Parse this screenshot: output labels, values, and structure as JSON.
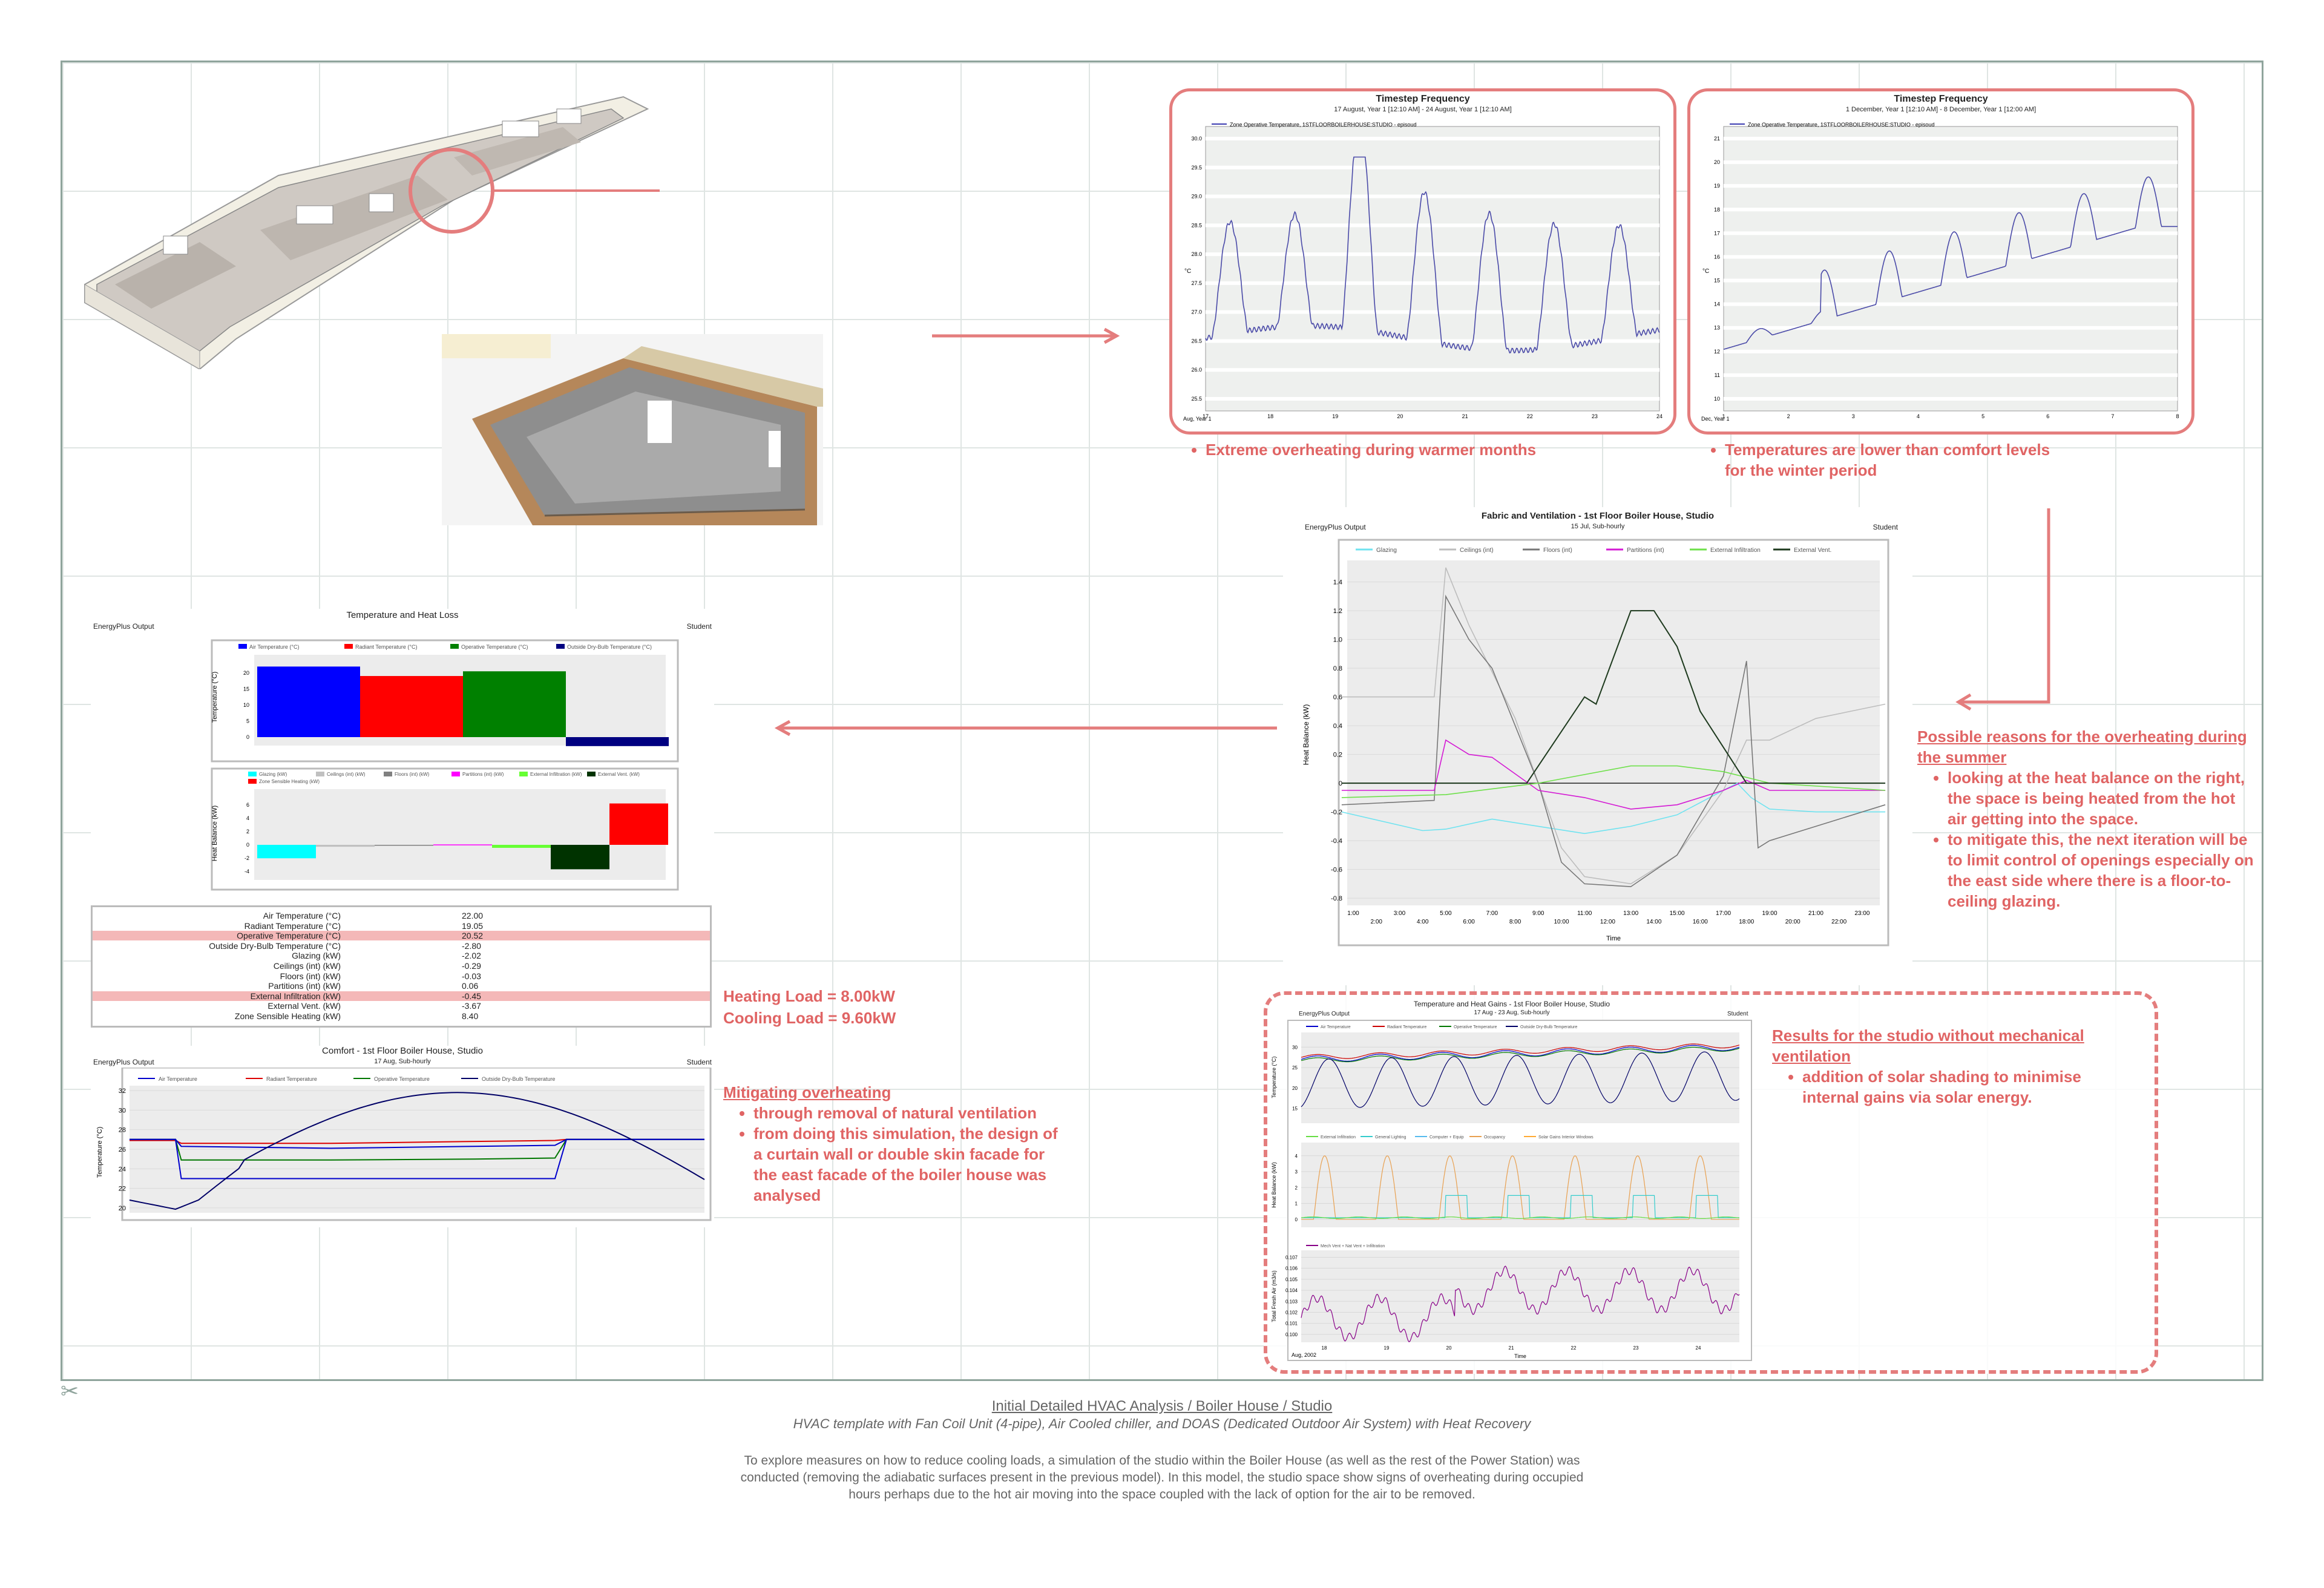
{
  "colors": {
    "accent": "#e47d7d",
    "text_red": "#e06464",
    "grid": "#dfe5e3",
    "frame": "#8fa49c"
  },
  "ts_summer": {
    "title": "Timestep Frequency",
    "subtitle": "17 August, Year 1 [12:10 AM] - 24 August, Year 1 [12:10 AM]",
    "legend": "Zone Operative Temperature, 1STFLOORBOILERHOUSE:STUDIO - episoud",
    "ylabel": "°C",
    "xstart": "Aug, Year 1",
    "xticks": [
      "17",
      "18",
      "19",
      "20",
      "21",
      "22",
      "23",
      "24"
    ],
    "yticks": [
      "25.5",
      "26.0",
      "26.5",
      "27.0",
      "27.5",
      "28.0",
      "28.5",
      "29.0",
      "29.5",
      "30.0"
    ]
  },
  "ts_winter": {
    "title": "Timestep Frequency",
    "subtitle": "1 December, Year 1 [12:10 AM] - 8 December, Year 1 [12:00 AM]",
    "legend": "Zone Operative Temperature, 1STFLOORBOILERHOUSE:STUDIO - episoud",
    "ylabel": "°C",
    "xstart": "Dec, Year 1",
    "xticks": [
      "1",
      "2",
      "3",
      "4",
      "5",
      "6",
      "7",
      "8"
    ],
    "yticks": [
      "10",
      "11",
      "12",
      "13",
      "14",
      "15",
      "16",
      "17",
      "18",
      "19",
      "20",
      "21"
    ]
  },
  "notes": {
    "summer": "Extreme overheating during warmer months",
    "winter": "Temperatures are lower than comfort levels for the winter period",
    "reasons_title": "Possible reasons for the overheating during the summer",
    "reasons": [
      "looking at the heat balance on the right, the space is being heated from the hot air getting into the space.",
      "to mitigate this, the next iteration will be to limit control of openings especially on the east side where there is a floor-to-ceiling glazing."
    ],
    "mitigating_title": "Mitigating overheating",
    "mitigating": [
      "through removal of natural ventilation",
      "from doing this simulation, the design of a curtain wall or double skin facade for the east facade of the boiler house was analysed"
    ],
    "results_title": "Results for the studio without mechanical ventilation",
    "results": [
      "addition of solar shading to minimise internal gains via solar energy."
    ],
    "heating_load": "Heating Load = 8.00kW",
    "cooling_load": "Cooling Load = 9.60kW"
  },
  "fabric": {
    "title": "Fabric and Ventilation - 1st Floor Boiler House, Studio",
    "subtitle": "15 Jul, Sub-hourly",
    "left": "EnergyPlus Output",
    "right": "Student",
    "ylabel": "Heat Balance (kW)",
    "xlabel": "Time",
    "legend": [
      "Glazing",
      "Ceilings (int)",
      "Floors (int)",
      "Partitions (int)",
      "External Infiltration",
      "External Vent."
    ],
    "yticks": [
      "-0.8",
      "-0.6",
      "-0.4",
      "-0.2",
      "0",
      "0.2",
      "0.4",
      "0.6",
      "0.8",
      "1.0",
      "1.2",
      "1.4"
    ],
    "xticks_top": [
      "1:00",
      "3:00",
      "5:00",
      "7:00",
      "9:00",
      "11:00",
      "13:00",
      "15:00",
      "17:00",
      "19:00",
      "21:00",
      "23:00"
    ],
    "xticks_bottom": [
      "2:00",
      "4:00",
      "6:00",
      "8:00",
      "10:00",
      "12:00",
      "14:00",
      "16:00",
      "18:00",
      "20:00",
      "22:00"
    ]
  },
  "heatloss": {
    "title": "Temperature and Heat Loss",
    "left": "EnergyPlus Output",
    "right": "Student",
    "top_legend": [
      "Air Temperature (°C)",
      "Radiant Temperature (°C)",
      "Operative Temperature (°C)",
      "Outside Dry-Bulb Temperature (°C)"
    ],
    "top_ylabel": "Temperature (°C)",
    "top_yticks": [
      "0",
      "5",
      "10",
      "15",
      "20"
    ],
    "bottom_legend": [
      "Glazing (kW)",
      "Ceilings (int) (kW)",
      "Floors (int) (kW)",
      "Partitions (int) (kW)",
      "External Infiltration (kW)",
      "External Vent. (kW)",
      "Zone Sensible Heating (kW)"
    ],
    "bottom_ylabel": "Heat Balance (kW)",
    "bottom_yticks": [
      "-4",
      "-2",
      "0",
      "2",
      "4",
      "6"
    ]
  },
  "table": [
    {
      "label": "Air Temperature (°C)",
      "value": "22.00",
      "hl": false
    },
    {
      "label": "Radiant Temperature (°C)",
      "value": "19.05",
      "hl": false
    },
    {
      "label": "Operative Temperature (°C)",
      "value": "20.52",
      "hl": true
    },
    {
      "label": "Outside Dry-Bulb Temperature (°C)",
      "value": "-2.80",
      "hl": false
    },
    {
      "label": "Glazing (kW)",
      "value": "-2.02",
      "hl": false
    },
    {
      "label": "Ceilings (int) (kW)",
      "value": "-0.29",
      "hl": false
    },
    {
      "label": "Floors (int) (kW)",
      "value": "-0.03",
      "hl": false
    },
    {
      "label": "Partitions (int) (kW)",
      "value": "0.06",
      "hl": false
    },
    {
      "label": "External Infiltration (kW)",
      "value": "-0.45",
      "hl": true
    },
    {
      "label": "External Vent. (kW)",
      "value": "-3.67",
      "hl": false
    },
    {
      "label": "Zone Sensible Heating (kW)",
      "value": "8.40",
      "hl": false
    }
  ],
  "comfort": {
    "title": "Comfort - 1st Floor Boiler House, Studio",
    "subtitle": "17 Aug, Sub-hourly",
    "left": "EnergyPlus Output",
    "right": "Student",
    "legend": [
      "Air Temperature",
      "Radiant Temperature",
      "Operative Temperature",
      "Outside Dry-Bulb Temperature"
    ],
    "ylabel": "Temperature (°C)",
    "yticks": [
      "20",
      "22",
      "24",
      "26",
      "28",
      "30",
      "32"
    ]
  },
  "gains": {
    "title": "Temperature and Heat Gains - 1st Floor Boiler House, Studio",
    "subtitle": "17 Aug - 23 Aug, Sub-hourly",
    "left": "EnergyPlus Output",
    "right": "Student",
    "legend1": [
      "Air Temperature",
      "Radiant Temperature",
      "Operative Temperature",
      "Outside Dry-Bulb Temperature"
    ],
    "legend2": [
      "External Infiltration",
      "General Lighting",
      "Computer + Equip",
      "Occupancy",
      "Solar Gains Interior Windows"
    ],
    "legend3": [
      "Mech Vent + Nat Vent + Infiltration"
    ],
    "ylabel1": "Temperature (°C)",
    "ylabel2": "Heat Balance (kW)",
    "ylabel3": "Total Fresh Air (m3/s)",
    "yticks1": [
      "15",
      "20",
      "25",
      "30"
    ],
    "yticks2": [
      "0",
      "1",
      "2",
      "3",
      "4"
    ],
    "yticks3": [
      "0.100",
      "0.101",
      "0.102",
      "0.103",
      "0.104",
      "0.105",
      "0.106",
      "0.107"
    ],
    "xticks": [
      "18",
      "19",
      "20",
      "21",
      "22",
      "23",
      "24"
    ],
    "xstart": "Aug, 2002",
    "xlabel": "Time"
  },
  "footer": {
    "title": "Initial Detailed HVAC Analysis / Boiler House / Studio",
    "subtitle": "HVAC template with Fan Coil Unit (4-pipe), Air Cooled chiller, and DOAS (Dedicated Outdoor Air System) with Heat Recovery",
    "body": [
      "To explore measures on how to reduce cooling loads, a simulation of the studio within the Boiler House (as well as the rest of the Power Station) was",
      "conducted (removing the adiabatic surfaces present in the previous model). In this model, the studio space show signs of overheating during occupied",
      "hours perhaps due to the hot air moving into the space coupled with the lack of option for the air to be removed."
    ]
  }
}
